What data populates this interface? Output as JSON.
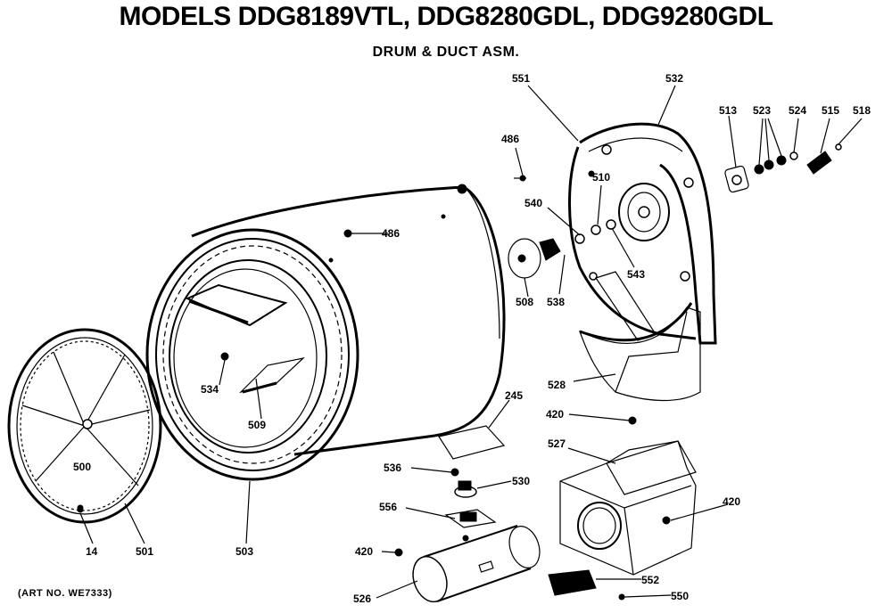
{
  "header": {
    "title": "MODELS DDG8189VTL, DDG8280GDL, DDG9280GDL",
    "subtitle": "DRUM & DUCT ASM."
  },
  "footer": {
    "art_number": "(ART NO. WE7333)"
  },
  "part_labels": {
    "p551": "551",
    "p532": "532",
    "p513": "513",
    "p523": "523",
    "p524": "524",
    "p515": "515",
    "p518": "518",
    "p486a": "486",
    "p510": "510",
    "p540": "540",
    "p486b": "486",
    "p543": "543",
    "p508": "508",
    "p538": "538",
    "p528": "528",
    "p534": "534",
    "p509": "509",
    "p245": "245",
    "p420a": "420",
    "p500": "500",
    "p527": "527",
    "p536": "536",
    "p530": "530",
    "p420b": "420",
    "p556": "556",
    "p14": "14",
    "p501": "501",
    "p503": "503",
    "p420c": "420",
    "p552": "552",
    "p526": "526",
    "p550": "550"
  }
}
